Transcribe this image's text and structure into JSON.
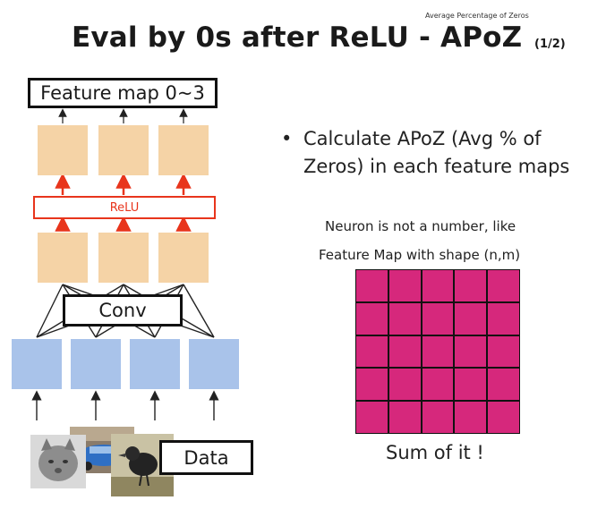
{
  "title": "Eval by 0s after ReLU - APoZ",
  "title_suffix": "(1/2)",
  "title_note": "Average Percentage of Zeros",
  "diagram": {
    "feature_map_label": "Feature map 0~3",
    "relu_label": "ReLU",
    "conv_label": "Conv",
    "data_label": "Data"
  },
  "bullet": {
    "text": "Calculate APoZ (Avg % of Zeros) in each feature maps"
  },
  "explanation": {
    "line1": "Neuron is not a number, like",
    "line2": "Feature Map with shape (n,m)",
    "sum": "Sum of it !"
  },
  "colors": {
    "feature_box": "#f5d3a6",
    "input_box": "#a9c3ea",
    "relu_accent": "#e8351c",
    "grid_cell": "#d6287c"
  }
}
